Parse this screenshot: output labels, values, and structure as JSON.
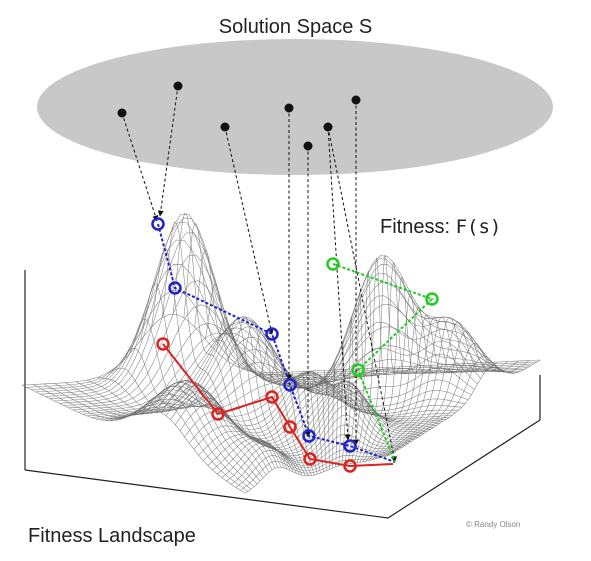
{
  "title": "Solution Space S",
  "fitness_label_prefix": "Fitness: ",
  "fitness_label_formula": "F(s)",
  "landscape_label": "Fitness Landscape",
  "credit": "© Randy Olson",
  "colors": {
    "ellipse": "#c8c8c8",
    "mesh": "#6d6d6d",
    "blue_path": "#2222cc",
    "red_path": "#dd2222",
    "green_path": "#22cc22",
    "points": "#111111"
  }
}
